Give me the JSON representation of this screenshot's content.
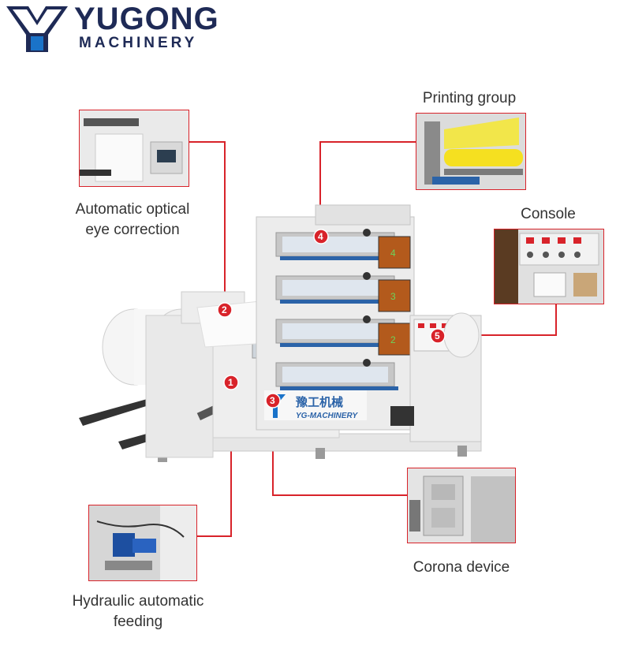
{
  "brand": {
    "name": "YUGONG",
    "sub": "MACHINERY"
  },
  "machine_plate": {
    "line1": "豫工机械",
    "line2": "YG-MACHINERY"
  },
  "features": [
    {
      "num": "1",
      "label_l1": "Hydraulic automatic",
      "label_l2": "feeding"
    },
    {
      "num": "2",
      "label_l1": "Automatic optical",
      "label_l2": "eye correction"
    },
    {
      "num": "3",
      "label_l1": "Corona device",
      "label_l2": ""
    },
    {
      "num": "4",
      "label_l1": "Printing group",
      "label_l2": ""
    },
    {
      "num": "5",
      "label_l1": "Console",
      "label_l2": ""
    }
  ],
  "print_units": [
    "4",
    "3",
    "2"
  ],
  "colors": {
    "callout": "#d8232a",
    "brand": "#1e2a56",
    "accent_blue": "#1a73c9"
  }
}
